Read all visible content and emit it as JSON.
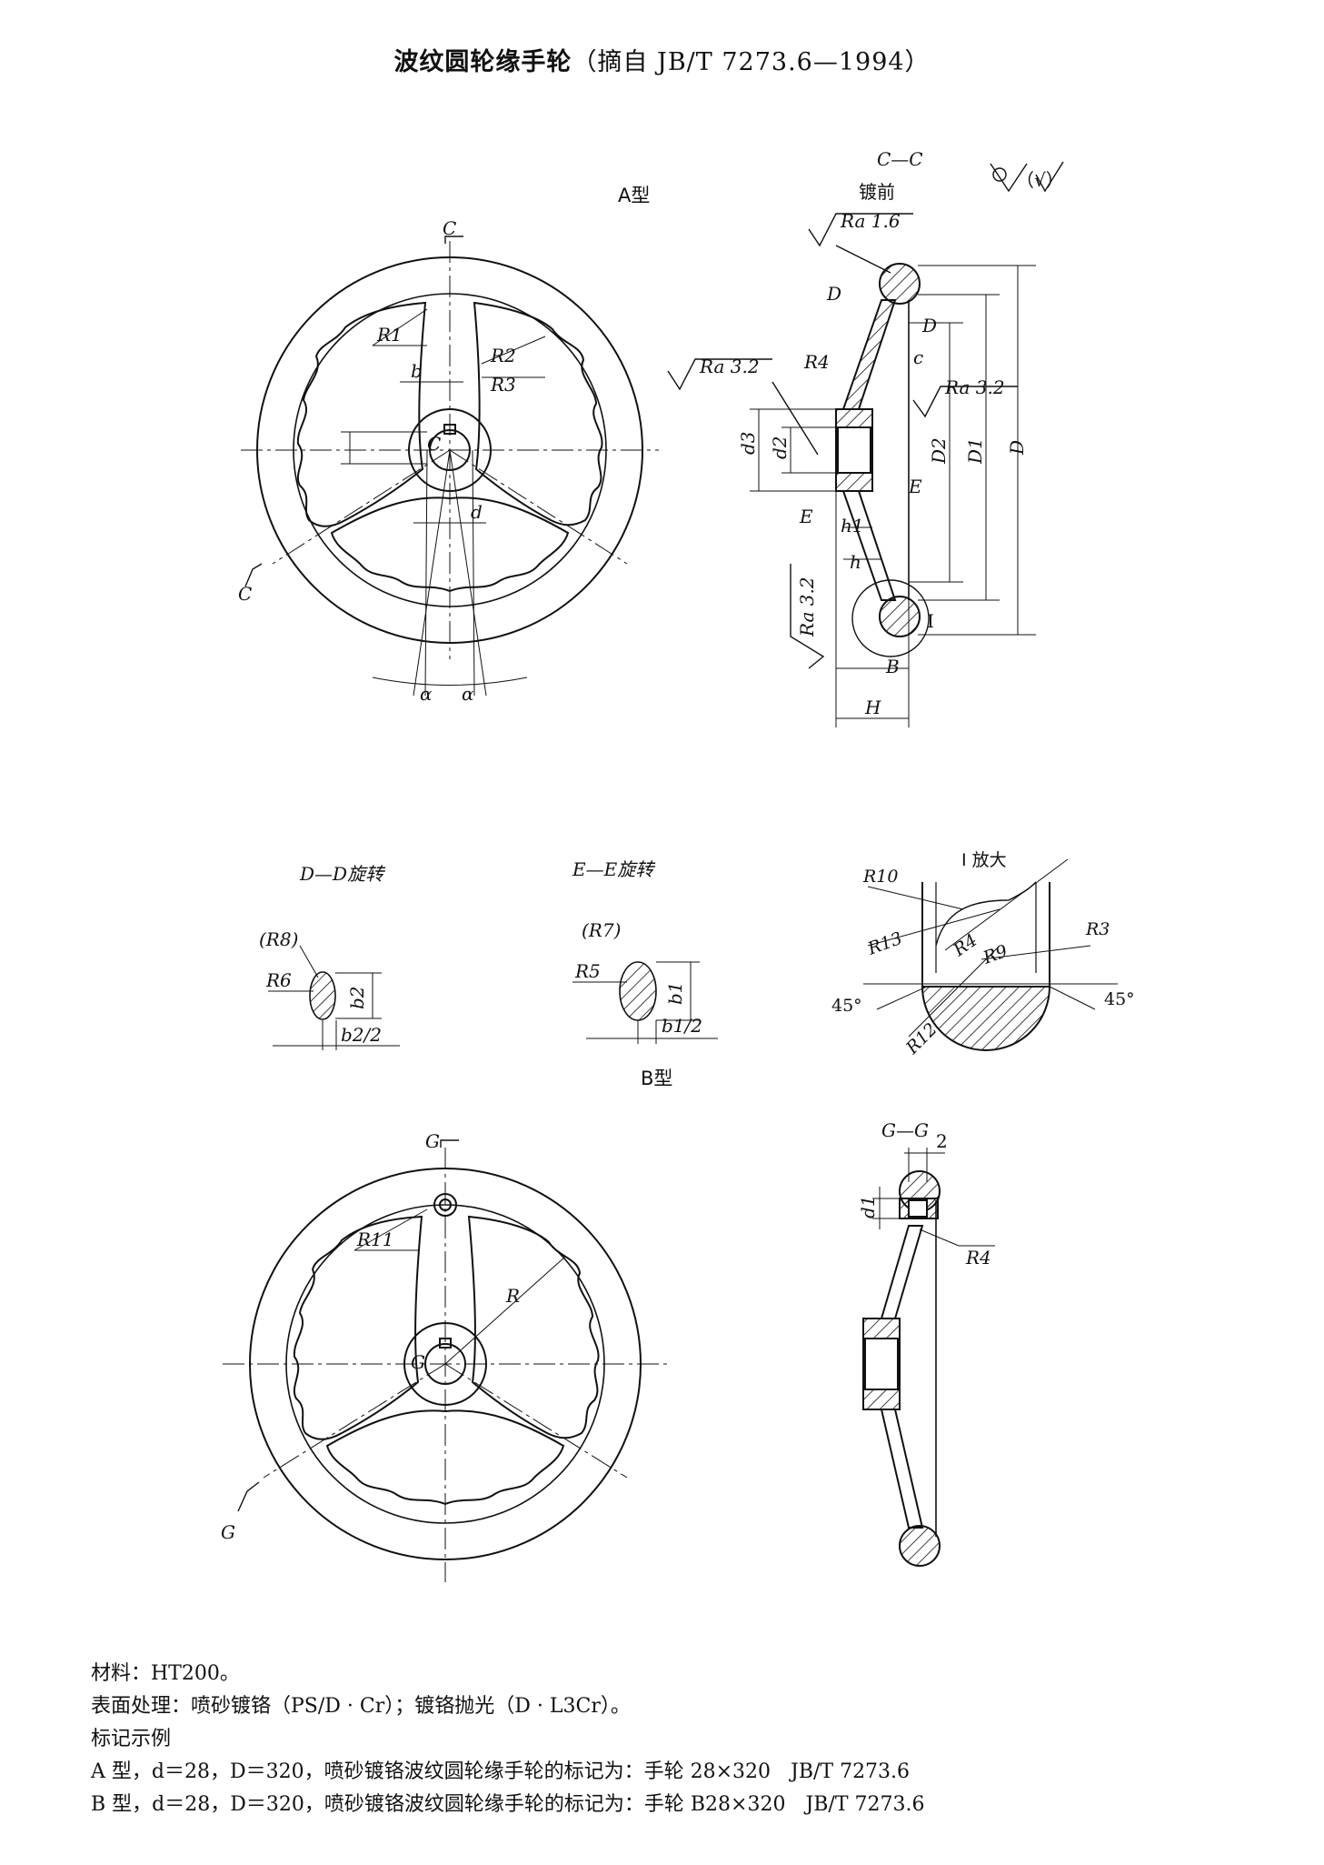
{
  "title": {
    "main": "波纹圆轮缘手轮",
    "standard": "（摘自 JB/T 7273.6—1994）"
  },
  "views": {
    "type_a_label": "A型",
    "section_cc_label": "C—C",
    "plating_label": "镀前",
    "other_surfaces_label": "（√）",
    "type_b_label": "B型",
    "section_dd_label": "D—D旋转",
    "section_ee_label": "E—E旋转",
    "detail_i_label": "I 放大",
    "section_gg_label": "G—G"
  },
  "roughness": {
    "rim": "Ra 1.6",
    "bore": "Ra 3.2",
    "hub_face": "Ra 3.2",
    "hub_side": "Ra 3.2"
  },
  "dims": {
    "C": "C",
    "R1": "R1",
    "R2": "R2",
    "R3": "R3",
    "b": "b",
    "d": "d",
    "alpha": "α",
    "D": "D",
    "D1": "D1",
    "D2": "D2",
    "d2": "d2",
    "d3": "d3",
    "c": "c",
    "R4": "R4",
    "E": "E",
    "h1": "h1",
    "h": "h",
    "B": "B",
    "H": "H",
    "I": "I",
    "R8": "(R8)",
    "R6": "R6",
    "b2": "b2",
    "b2_half": "b2/2",
    "R7": "(R7)",
    "R5": "R5",
    "b1": "b1",
    "b1_half": "b1/2",
    "R10": "R10",
    "R13": "R13",
    "R12": "R12",
    "R9": "R9",
    "angle_45": "45°",
    "G": "G",
    "R11": "R11",
    "R": "R",
    "d1": "d1",
    "two": "2"
  },
  "notes": {
    "material": "材料：HT200。",
    "surface": "表面处理：喷砂镀铬（PS/D · Cr）；镀铬抛光（D · L3Cr）。",
    "marking_title": "标记示例",
    "example_a": "A 型，d＝28，D＝320，喷砂镀铬波纹圆轮缘手轮的标记为：手轮 28×320　JB/T 7273.6",
    "example_b": "B 型，d＝28，D＝320，喷砂镀铬波纹圆轮缘手轮的标记为：手轮 B28×320　JB/T 7273.6"
  }
}
